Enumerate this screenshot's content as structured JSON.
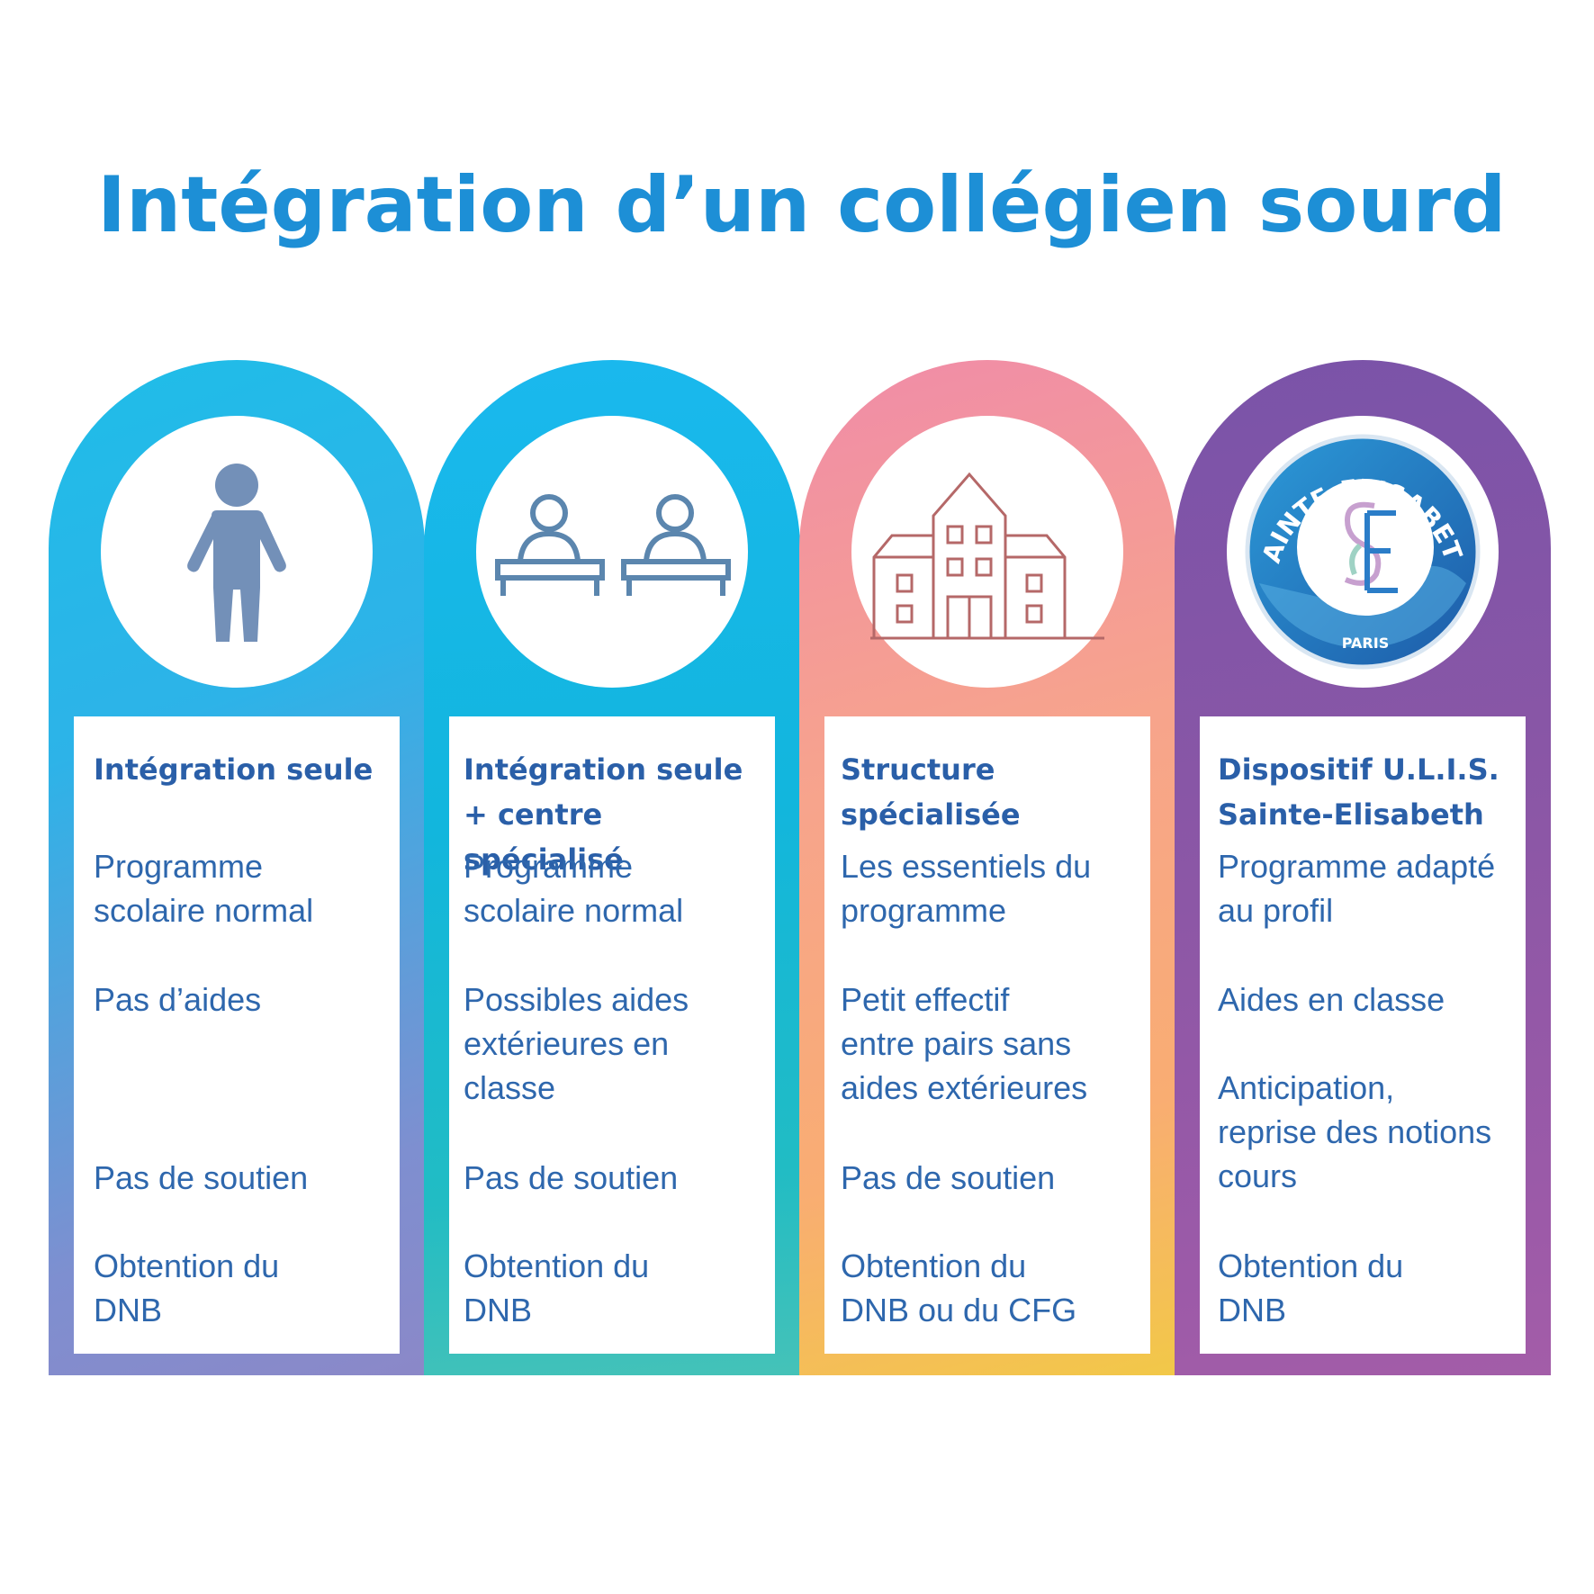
{
  "page": {
    "title": "Intégration d’un collégien sourd"
  },
  "colors": {
    "title": "#1d8fd6",
    "text": "#2e67ad",
    "col1": "#2db3e8",
    "col2": "#12b6dd",
    "col3": "#f7a48c",
    "col4": "#8c57a6"
  },
  "columns": [
    {
      "icon": "person-icon",
      "title": "Intégration seule",
      "items": [
        "Programme\nscolaire normal",
        "Pas d’aides",
        "Pas de soutien",
        "Obtention du\nDNB"
      ]
    },
    {
      "icon": "students-at-desks-icon",
      "title": "Intégration seule\n+ centre spécialisé",
      "items": [
        "Programme\nscolaire normal",
        "Possibles aides\nextérieures en\nclasse",
        "Pas de soutien",
        "Obtention du\nDNB"
      ]
    },
    {
      "icon": "school-building-icon",
      "title": "Structure\nspécialisée",
      "items": [
        "Les essentiels du\nprogramme",
        "Petit effectif\nentre pairs sans\naides extérieures",
        "Pas de soutien",
        "Obtention du\nDNB ou du CFG"
      ]
    },
    {
      "icon": "sainte-elisabeth-logo",
      "title": "Dispositif U.L.I.S.\nSainte-Elisabeth",
      "items": [
        "Programme adapté\nau profil",
        "Aides en classe",
        "Anticipation,\nreprise des notions\ncours",
        "Obtention du\nDNB"
      ],
      "logo_text": "SAINTE-ELISABETH",
      "logo_sub": "PARIS"
    }
  ]
}
